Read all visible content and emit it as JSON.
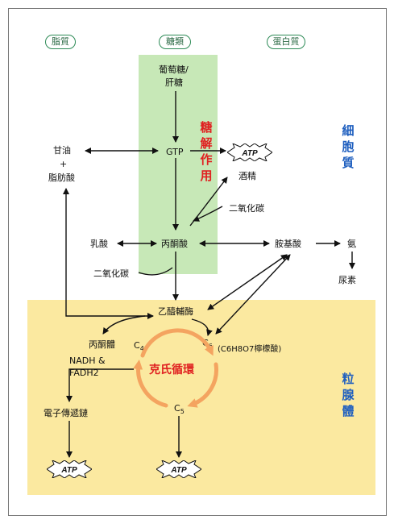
{
  "headers": {
    "lipids": "脂質",
    "carbs": "糖類",
    "proteins": "蛋白質"
  },
  "zones": {
    "cytoplasm": "細胞質",
    "mitochondria": "粒腺體",
    "glycolysis": "糖解作用"
  },
  "nodes": {
    "glucose": "葡萄糖/",
    "glycogen": "肝糖",
    "gtp": "GTP",
    "glycerol": "甘油",
    "plus": "+",
    "fatty_acid": "脂肪酸",
    "alcohol": "酒精",
    "co2_upper": "二氧化碳",
    "lactic_acid": "乳酸",
    "pyruvate": "丙酮酸",
    "amino_acid": "胺基酸",
    "ammonia": "氨",
    "urea": "尿素",
    "co2_lower": "二氧化碳",
    "acetyl_coa": "乙醯輔酶",
    "ketone": "丙酮體",
    "c4": "C",
    "c4_sub": "4",
    "c6": "C",
    "c6_sub": "6",
    "citrate": "(C6H8O7檸檬酸)",
    "nadh": "NADH &",
    "fadh2": "FADH2",
    "krebs": "克氏循環",
    "c5": "C",
    "c5_sub": "5",
    "etc": "電子傳遞鏈"
  },
  "atp": "ATP",
  "colors": {
    "glycolysis_zone": "#c7e8b7",
    "mito_zone": "#fbe9a0",
    "krebs_cycle": "#f4a460",
    "highlight_red": "#e02020",
    "zone_label_blue": "#1f5fbf",
    "pill_border": "#2e8b57"
  }
}
